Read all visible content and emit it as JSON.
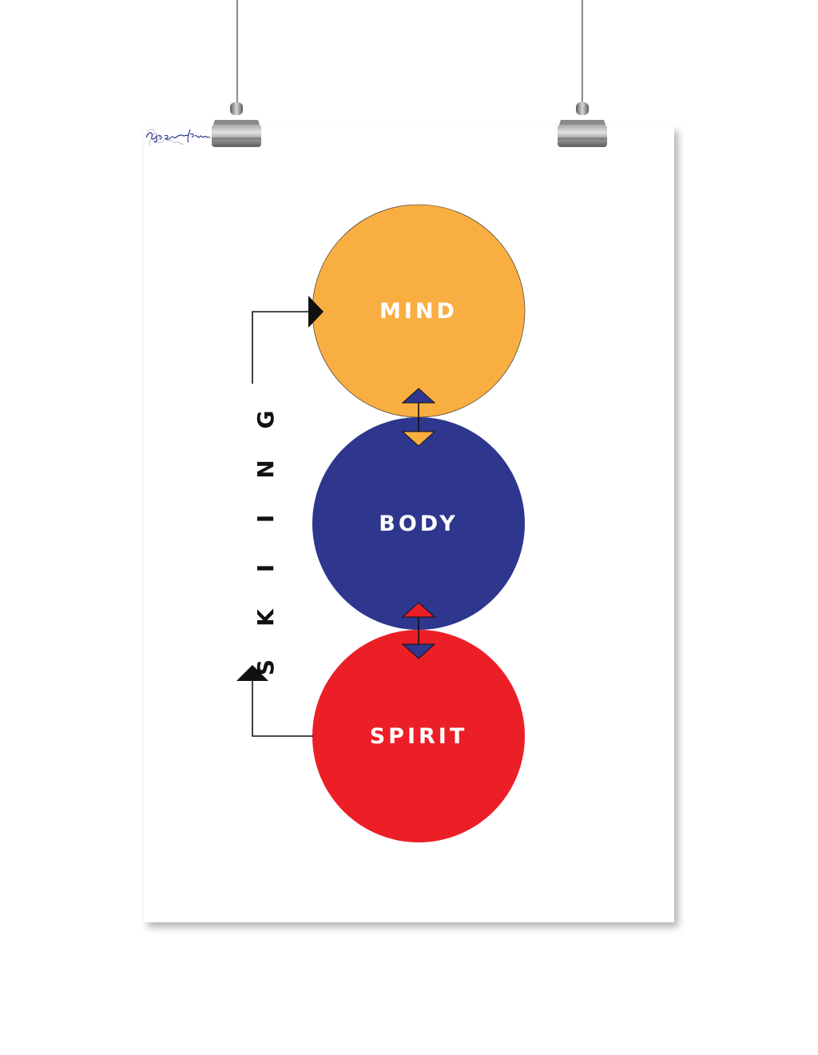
{
  "poster": {
    "circles": [
      {
        "id": "mind",
        "label": "MIND",
        "color": "#F9AE42"
      },
      {
        "id": "body",
        "label": "BODY",
        "color": "#2E368E"
      },
      {
        "id": "spirit",
        "label": "SPIRIT",
        "color": "#EC1F27"
      }
    ],
    "vertical_label": [
      "S",
      "K",
      "I",
      "I",
      "N",
      "G"
    ],
    "arrow_color": "#111111",
    "signature_left_color": "#c9c9c9",
    "signature_right_color": "#2E368E"
  }
}
